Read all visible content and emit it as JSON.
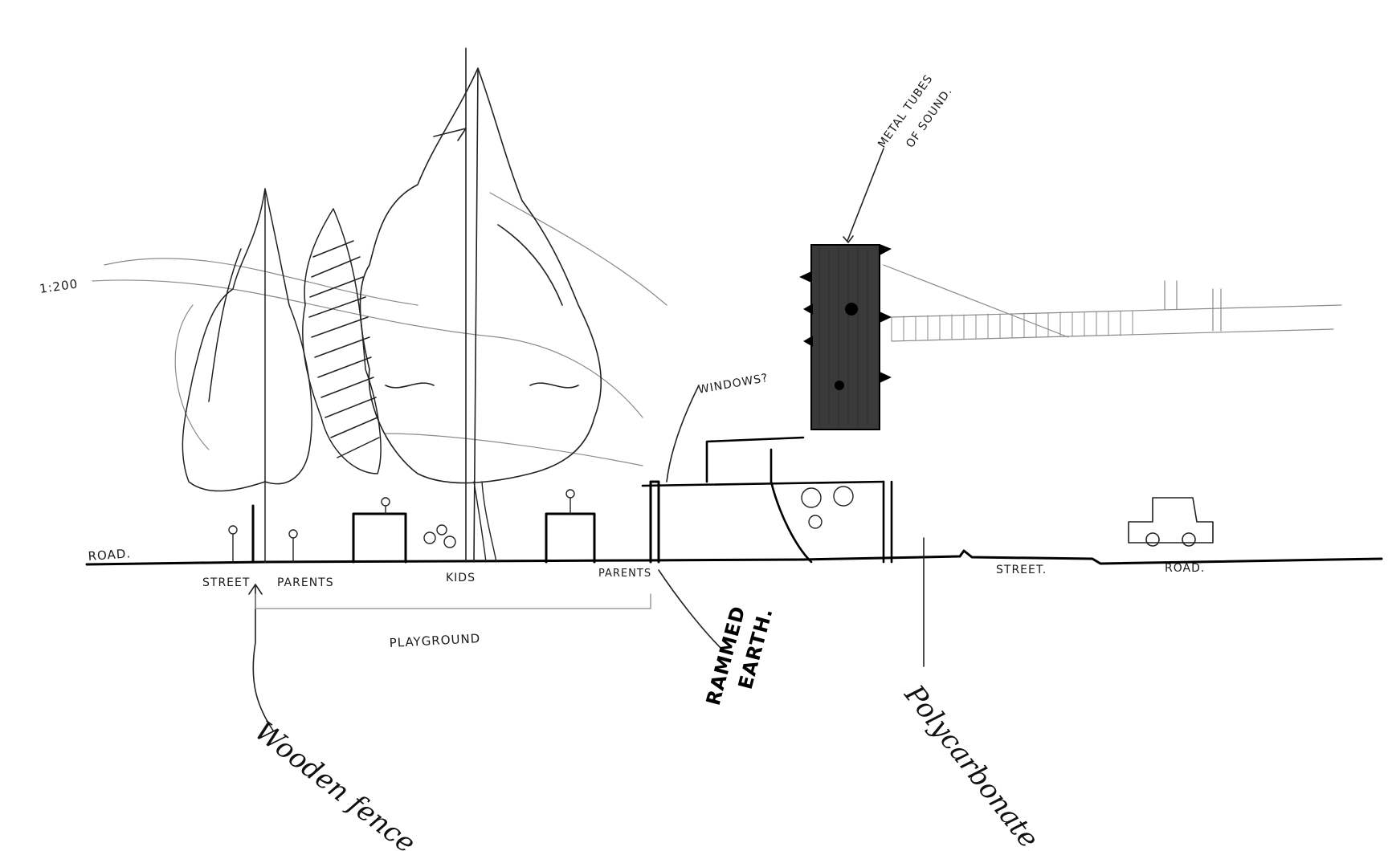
{
  "labels": {
    "scale": "1:200",
    "road_left": "ROAD.",
    "street_left": "STREET",
    "parents_left": "PARENTS",
    "kids": "KIDS",
    "parents_right": "PARENTS",
    "playground": "PLAYGROUND",
    "street_right": "STREET.",
    "road_right": "ROAD.",
    "windows": "WINDOWS?",
    "metal_tubes_line1": "METAL TUBES",
    "metal_tubes_line2": "OF SOUND.",
    "wooden_fence": "Wooden fence.",
    "rammed_earth_line1": "RAMMED",
    "rammed_earth_line2": "EARTH.",
    "polycarbonate": "Polycarbonate."
  },
  "colors": {
    "paper": "#ffffff",
    "pencil": "#222222",
    "faint_pencil": "#8a8a8a",
    "ink": "#000000"
  }
}
